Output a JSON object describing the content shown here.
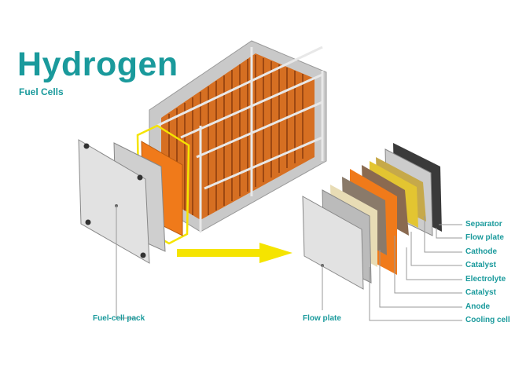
{
  "header": {
    "title": "Hydrogen",
    "subtitle": "Fuel Cells"
  },
  "labels": {
    "fuel_cell_pack": "Fuel-cell pack",
    "flow_plate_front": "Flow plate",
    "layers": [
      "Separator",
      "Flow plate",
      "Cathode",
      "Catalyst",
      "Electrolyte",
      "Catalyst",
      "Anode",
      "Cooling cell"
    ]
  },
  "colors": {
    "accent": "#1a9a9c",
    "arrow": "#f5e400",
    "orange": "#f07a1a"
  }
}
